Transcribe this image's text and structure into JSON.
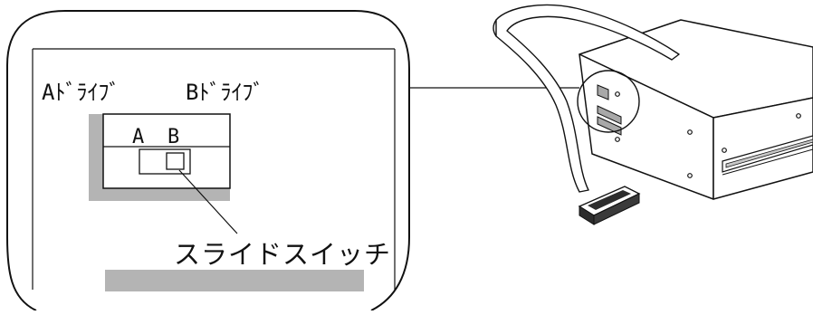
{
  "diagram": {
    "labels": {
      "drive_a": "Aﾄﾞﾗｲﾌﾞ",
      "drive_b": "Bﾄﾞﾗｲﾌﾞ",
      "pos_a": "A",
      "pos_b": "B",
      "switch": "スライドスイッチ"
    },
    "colors": {
      "stroke": "#111111",
      "gray_panel": "#b4b4b4",
      "cable_fill": "#ffffff",
      "connector_dark": "#2c2c2c"
    },
    "icons": {
      "slide_switch": "slide-switch-icon",
      "floppy_drive": "floppy-drive-icon",
      "ribbon_cable": "ribbon-cable-icon",
      "connector": "connector-icon"
    }
  }
}
